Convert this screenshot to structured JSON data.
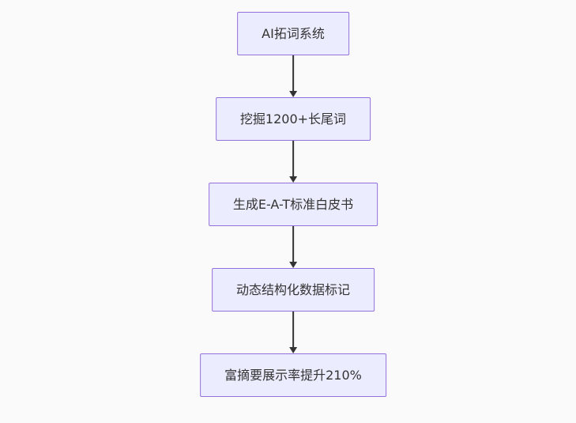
{
  "diagram": {
    "type": "flowchart",
    "direction": "top-to-bottom",
    "nodes": [
      {
        "id": "node-1",
        "label": "AI拓词系统"
      },
      {
        "id": "node-2",
        "label": "挖掘1200+长尾词"
      },
      {
        "id": "node-3",
        "label": "生成E-A-T标准白皮书"
      },
      {
        "id": "node-4",
        "label": "动态结构化数据标记"
      },
      {
        "id": "node-5",
        "label": "富摘要展示率提升210%"
      }
    ],
    "edges": [
      {
        "from": "node-1",
        "to": "node-2",
        "arrow": "down"
      },
      {
        "from": "node-2",
        "to": "node-3",
        "arrow": "down"
      },
      {
        "from": "node-3",
        "to": "node-4",
        "arrow": "down"
      },
      {
        "from": "node-4",
        "to": "node-5",
        "arrow": "down"
      }
    ],
    "colors": {
      "node_fill": "#ECECFF",
      "node_border": "#9370DB",
      "node_text": "#333333",
      "arrow": "#333333",
      "background": "#FAFAFA"
    }
  }
}
